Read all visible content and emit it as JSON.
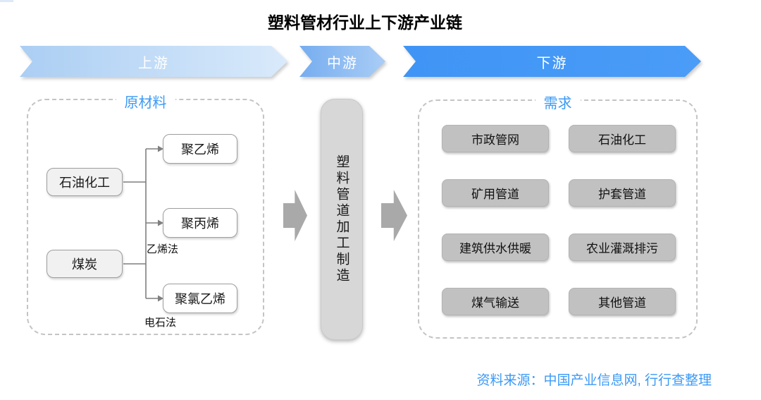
{
  "title": "塑料管材行业上下游产业链",
  "banners": {
    "upstream": "上游",
    "midstream": "中游",
    "downstream": "下游"
  },
  "upstream_section": {
    "label": "原材料",
    "sources": [
      "石油化工",
      "煤炭"
    ],
    "products": [
      "聚乙烯",
      "聚丙烯",
      "聚氯乙烯"
    ],
    "notes": [
      "乙烯法",
      "电石法"
    ]
  },
  "midstream_section": {
    "process": "塑料管道加工制造"
  },
  "downstream_section": {
    "label": "需求",
    "items": [
      "市政管网",
      "石油化工",
      "矿用管道",
      "护套管道",
      "建筑供水供暖",
      "农业灌溉排污",
      "煤气输送",
      "其他管道"
    ]
  },
  "source_note": "资料来源：中国产业信息网, 行行查整理",
  "colors": {
    "accent_blue": "#3b9af6",
    "banner_upstream_start": "#abcef3",
    "banner_upstream_end": "#d9eafb",
    "banner_midstream_start": "#76adef",
    "banner_midstream_end": "#a9cdf6",
    "banner_downstream": "#4398f6",
    "demand_box_gray": "#c1c1c1",
    "process_box_gray": "#d7d7d7",
    "flow_arrow_gray": "#a9a9a9",
    "connector_gray": "#7f7f7f"
  }
}
